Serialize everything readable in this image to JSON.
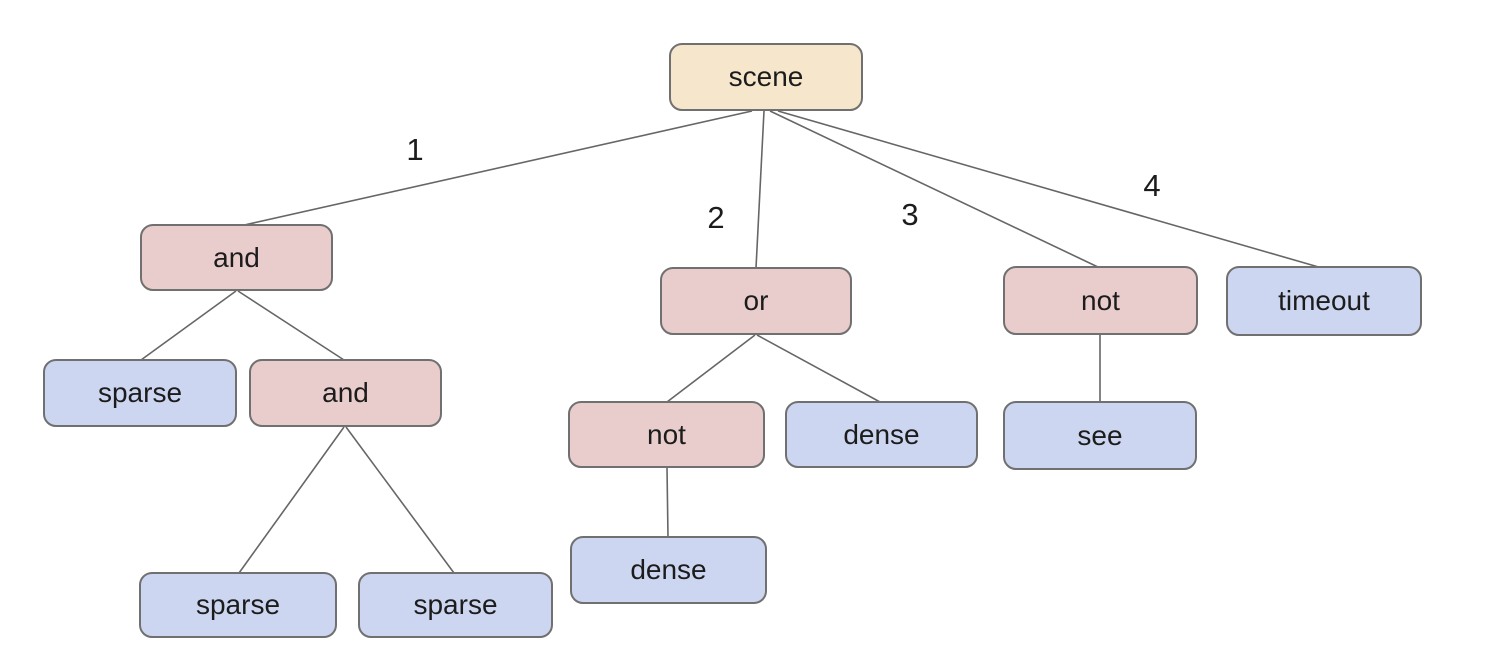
{
  "diagram_type": "behavior-tree",
  "tree": {
    "label": "scene",
    "children": [
      {
        "edge": "1",
        "label": "and",
        "children": [
          {
            "label": "sparse",
            "children": []
          },
          {
            "label": "and",
            "children": [
              {
                "label": "sparse",
                "children": []
              },
              {
                "label": "sparse",
                "children": []
              }
            ]
          }
        ]
      },
      {
        "edge": "2",
        "label": "or",
        "children": [
          {
            "label": "not",
            "children": [
              {
                "label": "dense",
                "children": []
              }
            ]
          },
          {
            "label": "dense",
            "children": []
          }
        ]
      },
      {
        "edge": "3",
        "label": "not",
        "children": [
          {
            "label": "see",
            "children": []
          }
        ]
      },
      {
        "edge": "4",
        "label": "timeout",
        "children": []
      }
    ]
  },
  "colors": {
    "root_fill": "#f6e6cc",
    "operator_fill": "#e9cdcc",
    "leaf_fill": "#cdd6f0",
    "node_border": "#707070",
    "edge_line": "#666666",
    "text": "#1c1c1c"
  }
}
